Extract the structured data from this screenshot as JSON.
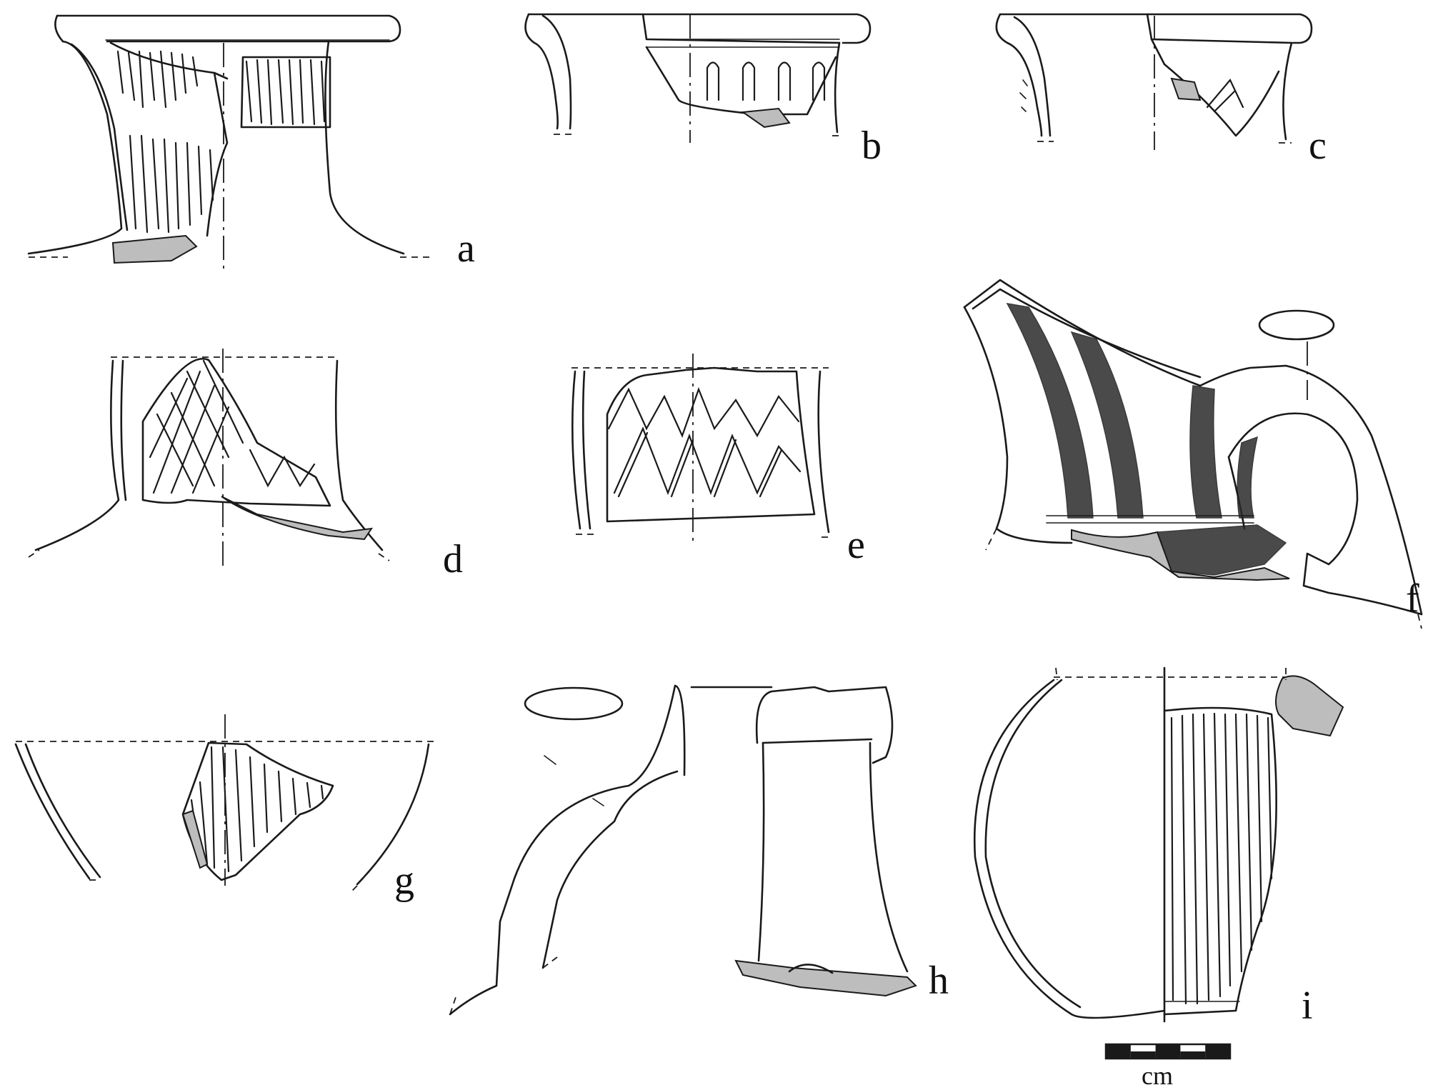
{
  "figure": {
    "labels": [
      "a",
      "b",
      "c",
      "d",
      "e",
      "f",
      "g",
      "h",
      "i"
    ]
  },
  "scale_bar": {
    "unit": "cm",
    "segments": 5
  },
  "colors": {
    "ink": "#1a1a1a",
    "background": "#ffffff"
  }
}
